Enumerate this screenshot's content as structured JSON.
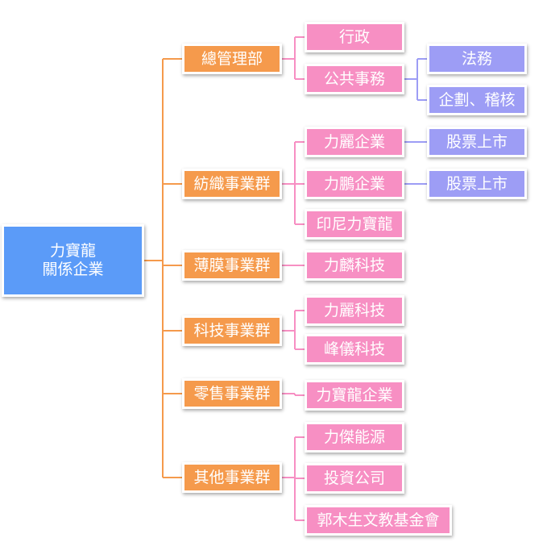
{
  "colors": {
    "root": "#5b9bf8",
    "division": "#f59a4c",
    "company": "#f78fc3",
    "unit": "#9d9df5",
    "link_division": "#f59a4c",
    "link_company": "#f78fc3",
    "link_unit": "#9d9df5"
  },
  "org": {
    "root": {
      "line1": "力寶龍",
      "line2": "關係企業"
    },
    "divisions": [
      {
        "label": "總管理部",
        "children": [
          {
            "label": "行政"
          },
          {
            "label": "公共事務",
            "children": [
              {
                "label": "法務"
              },
              {
                "label": "企劃、稽核"
              }
            ]
          }
        ]
      },
      {
        "label": "紡織事業群",
        "children": [
          {
            "label": "力麗企業",
            "children": [
              {
                "label": "股票上市"
              }
            ]
          },
          {
            "label": "力鵬企業",
            "children": [
              {
                "label": "股票上市"
              }
            ]
          },
          {
            "label": "印尼力寶龍"
          }
        ]
      },
      {
        "label": "薄膜事業群",
        "children": [
          {
            "label": "力麟科技"
          }
        ]
      },
      {
        "label": "科技事業群",
        "children": [
          {
            "label": "力麗科技"
          },
          {
            "label": "峰儀科技"
          }
        ]
      },
      {
        "label": "零售事業群",
        "children": [
          {
            "label": "力寶龍企業"
          }
        ]
      },
      {
        "label": "其他事業群",
        "children": [
          {
            "label": "力傑能源"
          },
          {
            "label": "投資公司"
          },
          {
            "label": "郭木生文教基金會"
          }
        ]
      }
    ]
  }
}
